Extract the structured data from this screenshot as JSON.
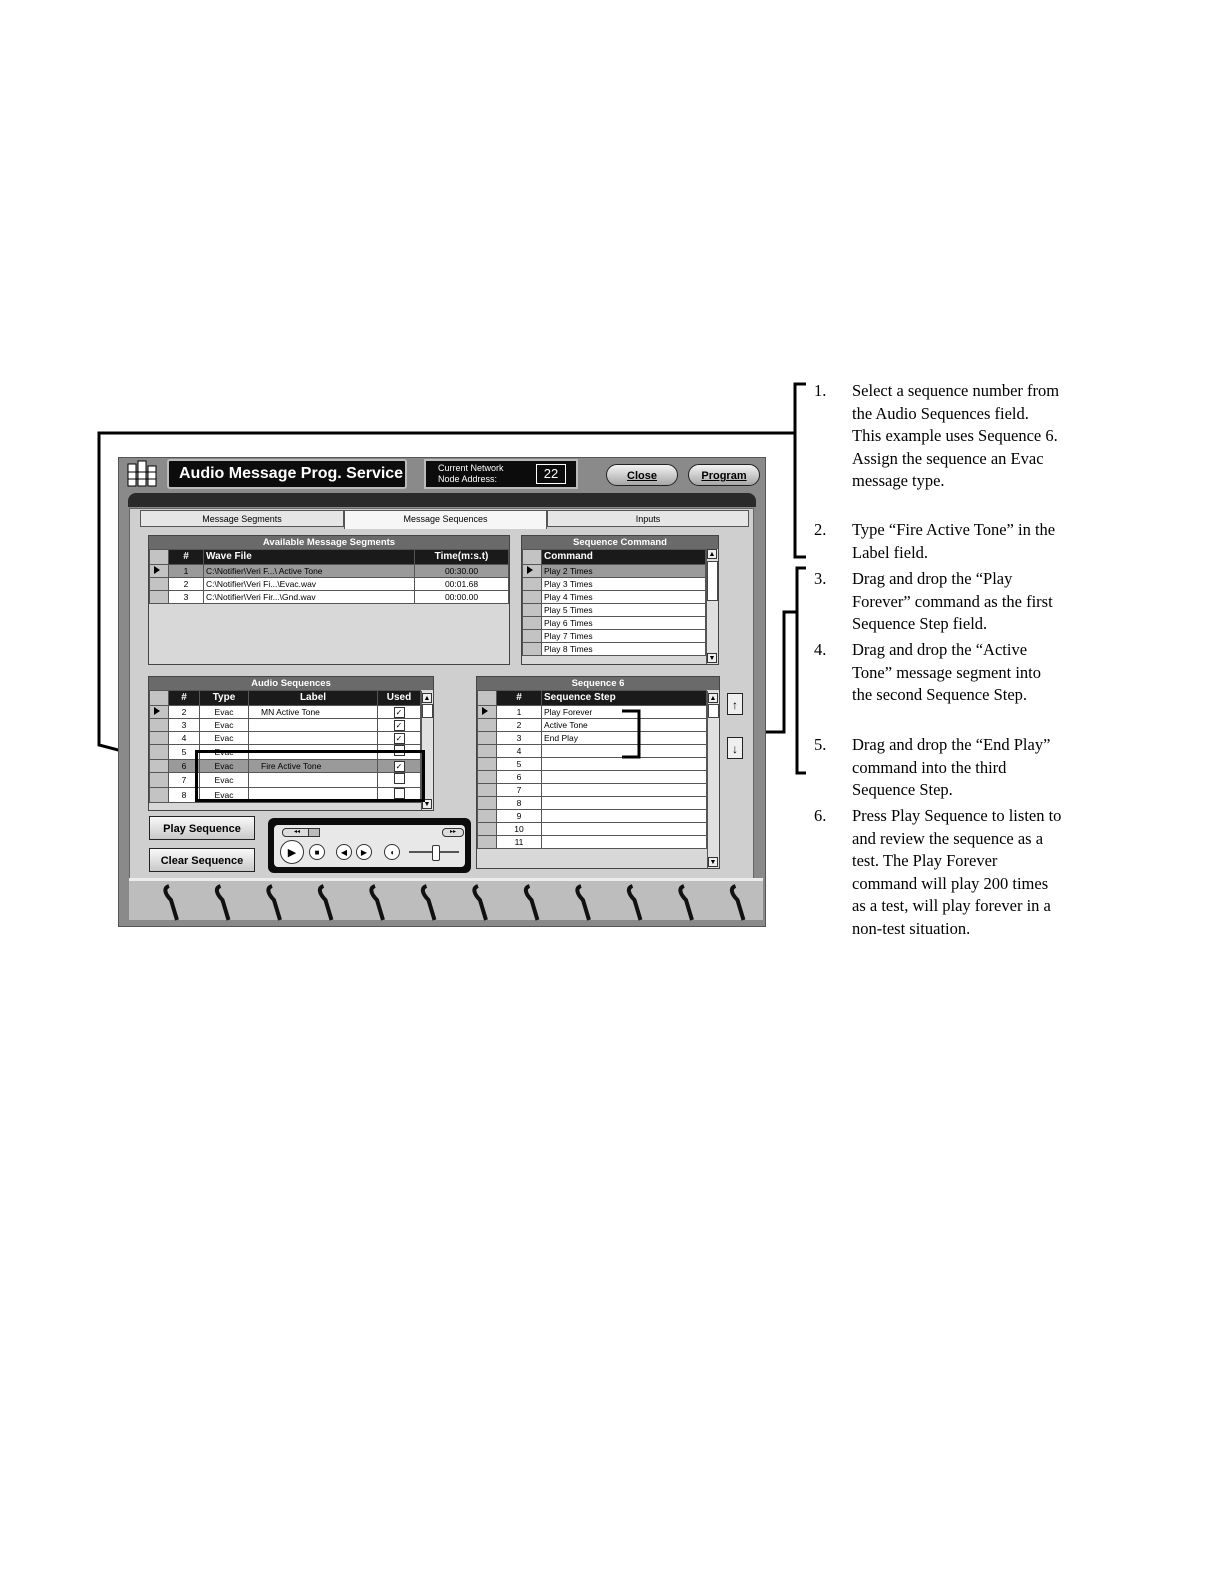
{
  "app": {
    "title": "Audio Message Prog. Service",
    "network_label": "Current Network Node Address:",
    "network_value": "22",
    "close_label": "Close",
    "program_label": "Program"
  },
  "tabs": [
    {
      "label": "Message Segments"
    },
    {
      "label": "Message Sequences"
    },
    {
      "label": "Inputs"
    }
  ],
  "segments": {
    "title": "Available Message Segments",
    "headers": [
      "#",
      "Wave File",
      "Time(m:s.t)"
    ],
    "rows": [
      {
        "num": "1",
        "file": "C:\\Notifier\\Veri F...\\ Active Tone",
        "time": "00:30.00"
      },
      {
        "num": "2",
        "file": "C:\\Notifier\\Veri Fi...\\Evac.wav",
        "time": "00:01.68"
      },
      {
        "num": "3",
        "file": "C:\\Notifier\\Veri Fir...\\Gnd.wav",
        "time": "00:00.00"
      }
    ]
  },
  "commands": {
    "title": "Sequence Command",
    "header": "Command",
    "items": [
      "Play 2 Times",
      "Play 3 Times",
      "Play 4 Times",
      "Play 5 Times",
      "Play 6 Times",
      "Play 7 Times",
      "Play 8 Times"
    ]
  },
  "audio_sequences": {
    "title": "Audio Sequences",
    "headers": [
      "#",
      "Type",
      "Label",
      "Used"
    ],
    "rows": [
      {
        "num": "2",
        "type": "Evac",
        "label": "MN Active Tone",
        "used": true
      },
      {
        "num": "3",
        "type": "Evac",
        "label": "",
        "used": true
      },
      {
        "num": "4",
        "type": "Evac",
        "label": "",
        "used": true
      },
      {
        "num": "5",
        "type": "Evac",
        "label": "",
        "used": false
      },
      {
        "num": "6",
        "type": "Evac",
        "label": "Fire Active Tone",
        "used": true
      },
      {
        "num": "7",
        "type": "Evac",
        "label": "",
        "used": false
      },
      {
        "num": "8",
        "type": "Evac",
        "label": "",
        "used": false
      }
    ]
  },
  "buttons": {
    "play_sequence": "Play Sequence",
    "clear_sequence": "Clear Sequence"
  },
  "sequence": {
    "title": "Sequence 6",
    "headers": [
      "#",
      "Sequence Step"
    ],
    "rows": [
      {
        "num": "1",
        "step": "Play Forever"
      },
      {
        "num": "2",
        "step": "Active Tone"
      },
      {
        "num": "3",
        "step": "End Play"
      },
      {
        "num": "4",
        "step": ""
      },
      {
        "num": "5",
        "step": ""
      },
      {
        "num": "6",
        "step": ""
      },
      {
        "num": "7",
        "step": ""
      },
      {
        "num": "8",
        "step": ""
      },
      {
        "num": "9",
        "step": ""
      },
      {
        "num": "10",
        "step": ""
      },
      {
        "num": "11",
        "step": ""
      }
    ]
  },
  "instructions": [
    {
      "num": "1.",
      "text": "Select a sequence number from the Audio Sequences field. This example uses Sequence 6. Assign the sequence an Evac message type."
    },
    {
      "num": "2.",
      "text": "Type “Fire Active Tone” in the Label field."
    },
    {
      "num": "3.",
      "text": "Drag and drop the “Play Forever” command as the first Sequence Step field."
    },
    {
      "num": "4.",
      "text": "Drag and drop the “Active Tone” message segment into the second Sequence Step."
    },
    {
      "num": "5.",
      "text": "Drag and drop the “End Play” command into the third Sequence Step."
    },
    {
      "num": "6.",
      "text": "Press Play Sequence to listen to and review the sequence as a test. The Play Forever command will play 200 times as a test, will play forever in a non-test situation."
    }
  ]
}
